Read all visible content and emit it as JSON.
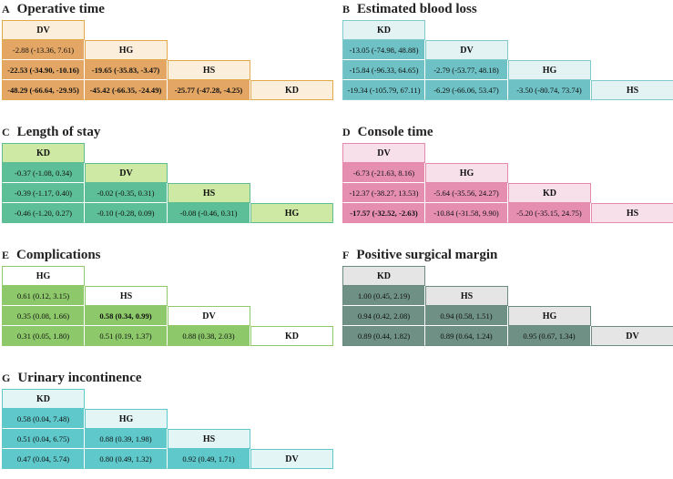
{
  "panels": [
    {
      "letter": "A",
      "title": "Operative time",
      "theme": {
        "diag_bg": "#fbefdc",
        "border": "#e2a94c",
        "cell_bg": "#e3a665"
      },
      "treatments": [
        "DV",
        "HG",
        "HS",
        "KD"
      ],
      "rows": [
        [
          {
            "text": "-2.88 (-13.36, 7.61)",
            "bold": false
          }
        ],
        [
          {
            "text": "-22.53 (-34.90, -10.16)",
            "bold": true
          },
          {
            "text": "-19.65 (-35.83, -3.47)",
            "bold": true
          }
        ],
        [
          {
            "text": "-48.29 (-66.64, -29.95)",
            "bold": true
          },
          {
            "text": "-45.42 (-66.35, -24.49)",
            "bold": true
          },
          {
            "text": "-25.77 (-47.28, -4.25)",
            "bold": true
          }
        ]
      ]
    },
    {
      "letter": "B",
      "title": "Estimated blood loss",
      "theme": {
        "diag_bg": "#e3f3f3",
        "border": "#7fcaca",
        "cell_bg": "#6ec2c6"
      },
      "treatments": [
        "KD",
        "DV",
        "HG",
        "HS"
      ],
      "rows": [
        [
          {
            "text": "-13.05 (-74.98, 48.88)",
            "bold": false
          }
        ],
        [
          {
            "text": "-15.84 (-96.33, 64.65)",
            "bold": false
          },
          {
            "text": "-2.79 (-53.77, 48.18)",
            "bold": false
          }
        ],
        [
          {
            "text": "-19.34 (-105.79, 67.11)",
            "bold": false
          },
          {
            "text": "-6.29 (-66.06, 53.47)",
            "bold": false
          },
          {
            "text": "-3.50 (-80.74, 73.74)",
            "bold": false
          }
        ]
      ]
    },
    {
      "letter": "C",
      "title": "Length of stay",
      "theme": {
        "diag_bg": "#cde9a3",
        "border": "#5ebd93",
        "cell_bg": "#5dbf98"
      },
      "treatments": [
        "KD",
        "DV",
        "HS",
        "HG"
      ],
      "rows": [
        [
          {
            "text": "-0.37 (-1.08, 0.34)",
            "bold": false
          }
        ],
        [
          {
            "text": "-0.39 (-1.17, 0.40)",
            "bold": false
          },
          {
            "text": "-0.02 (-0.35, 0.31)",
            "bold": false
          }
        ],
        [
          {
            "text": "-0.46 (-1.20, 0.27)",
            "bold": false
          },
          {
            "text": "-0.10 (-0.28, 0.09)",
            "bold": false
          },
          {
            "text": "-0.08 (-0.46, 0.31)",
            "bold": false
          }
        ]
      ]
    },
    {
      "letter": "D",
      "title": "Console time",
      "theme": {
        "diag_bg": "#f7e0ea",
        "border": "#e589ad",
        "cell_bg": "#e58eb0"
      },
      "treatments": [
        "DV",
        "HG",
        "KD",
        "HS"
      ],
      "rows": [
        [
          {
            "text": "-6.73 (-21.63, 8.16)",
            "bold": false
          }
        ],
        [
          {
            "text": "-12.37 (-38.27, 13.53)",
            "bold": false
          },
          {
            "text": "-5.64 (-35.56, 24.27)",
            "bold": false
          }
        ],
        [
          {
            "text": "-17.57 (-32.52, -2.63)",
            "bold": true
          },
          {
            "text": "-10.84 (-31.58, 9.90)",
            "bold": false
          },
          {
            "text": "-5.20 (-35.15, 24.75)",
            "bold": false
          }
        ]
      ]
    },
    {
      "letter": "E",
      "title": "Complications",
      "theme": {
        "diag_bg": "#ffffff",
        "border": "#8fc96a",
        "cell_bg": "#8dc96a"
      },
      "treatments": [
        "HG",
        "HS",
        "DV",
        "KD"
      ],
      "rows": [
        [
          {
            "text": "0.61 (0.12, 3.15)",
            "bold": false
          }
        ],
        [
          {
            "text": "0.35 (0.08, 1.66)",
            "bold": false
          },
          {
            "text": "0.58 (0.34, 0.99)",
            "bold": true
          }
        ],
        [
          {
            "text": "0.31 (0.05, 1.80)",
            "bold": false
          },
          {
            "text": "0.51 (0.19, 1.37)",
            "bold": false
          },
          {
            "text": "0.88 (0.38, 2.03)",
            "bold": false
          }
        ]
      ]
    },
    {
      "letter": "F",
      "title": "Positive surgical margin",
      "theme": {
        "diag_bg": "#e5e5e5",
        "border": "#6a8b7e",
        "cell_bg": "#6f9185"
      },
      "treatments": [
        "KD",
        "HS",
        "HG",
        "DV"
      ],
      "rows": [
        [
          {
            "text": "1.00 (0.45, 2.19)",
            "bold": false
          }
        ],
        [
          {
            "text": "0.94 (0.42, 2.08)",
            "bold": false
          },
          {
            "text": "0.94 (0.58, 1.51)",
            "bold": false
          }
        ],
        [
          {
            "text": "0.89 (0.44, 1.82)",
            "bold": false
          },
          {
            "text": "0.89 (0.64, 1.24)",
            "bold": false
          },
          {
            "text": "0.95 (0.67, 1.34)",
            "bold": false
          }
        ]
      ]
    },
    {
      "letter": "G",
      "title": "Urinary incontinence",
      "theme": {
        "diag_bg": "#e3f5f5",
        "border": "#5ec8ca",
        "cell_bg": "#5ec8cb"
      },
      "treatments": [
        "KD",
        "HG",
        "HS",
        "DV"
      ],
      "rows": [
        [
          {
            "text": "0.58 (0.04, 7.48)",
            "bold": false
          }
        ],
        [
          {
            "text": "0.51 (0.04, 6.75)",
            "bold": false
          },
          {
            "text": "0.88 (0.39, 1.98)",
            "bold": false
          }
        ],
        [
          {
            "text": "0.47 (0.04, 5.74)",
            "bold": false
          },
          {
            "text": "0.80 (0.49, 1.32)",
            "bold": false
          },
          {
            "text": "0.92 (0.49, 1.71)",
            "bold": false
          }
        ]
      ]
    }
  ]
}
